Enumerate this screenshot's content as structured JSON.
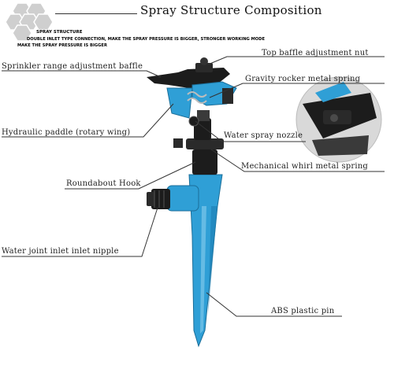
{
  "header": {
    "title": "Spray Structure Composition",
    "section": "SPRAY STRUCTURE",
    "note_1": "DOUBLE INLET TYPE CONNECTION, MAKE THE SPRAY PRESSURE IS BIGGER, STRONGER WORKING MODE",
    "note_2": "MAKE THE SPRAY PRESSURE IS BIGGER"
  },
  "labels": {
    "top_baffle_nut": "Top baffle adjustment nut",
    "range_baffle": "Sprinkler range adjustment baffle",
    "rocker_spring": "Gravity rocker metal spring",
    "paddle": "Hydraulic paddle (rotary wing)",
    "nozzle": "Water spray nozzle",
    "whirl_spring": "Mechanical whirl metal spring",
    "hook": "Roundabout Hook",
    "inlet": "Water joint inlet inlet nipple",
    "pin": "ABS plastic pin"
  },
  "colors": {
    "accent_blue": "#2f9fd6",
    "dark_plastic": "#1c1c1c",
    "hex_logo": "#c9c9c9"
  }
}
